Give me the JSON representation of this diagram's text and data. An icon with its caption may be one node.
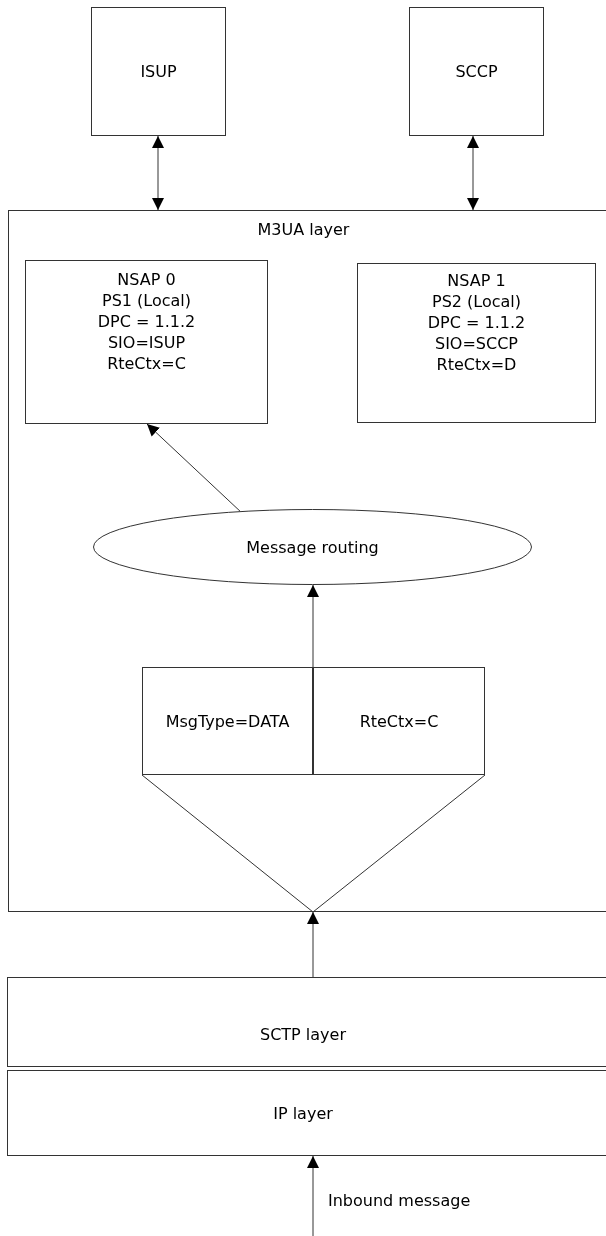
{
  "diagram": {
    "nodes": [
      {
        "text": [
          "ISUP"
        ]
      },
      {
        "text": [
          "SCCP"
        ]
      },
      {
        "text": [
          "M3UA layer"
        ]
      },
      {
        "text": [
          "NSAP 0",
          "PS1 (Local)",
          "DPC = 1.1.2",
          "SIO=ISUP",
          "RteCtx=C"
        ],
        "in": 2
      },
      {
        "text": [
          "NSAP 1",
          "PS2 (Local)",
          "DPC = 1.1.2",
          "SIO=SCCP",
          "RteCtx=D"
        ],
        "in": 2
      },
      {
        "text": [
          "Message routing"
        ],
        "in": 2
      },
      {
        "text": [
          "MsgType=DATA"
        ],
        "in": 2
      },
      {
        "text": [
          "RteCtx=C"
        ],
        "in": 2
      },
      {
        "text": [
          "SCTP layer"
        ]
      },
      {
        "text": [
          "IP layer"
        ]
      }
    ],
    "edges": [
      {
        "from": 0,
        "to": 2,
        "arrow": "both"
      },
      {
        "from": 1,
        "to": 2,
        "arrow": "both"
      },
      {
        "from": 5,
        "to": 3,
        "arrow": "to"
      },
      {
        "from": 6,
        "to": 5,
        "arrow": "to"
      },
      {
        "from": 6,
        "to": 2,
        "arrow": "none"
      },
      {
        "from": 7,
        "to": 2,
        "arrow": "none"
      },
      {
        "from": 8,
        "to": 2,
        "arrow": "to"
      },
      {
        "from": null,
        "to": 9,
        "arrow": "to",
        "label": "Inbound message"
      }
    ]
  }
}
